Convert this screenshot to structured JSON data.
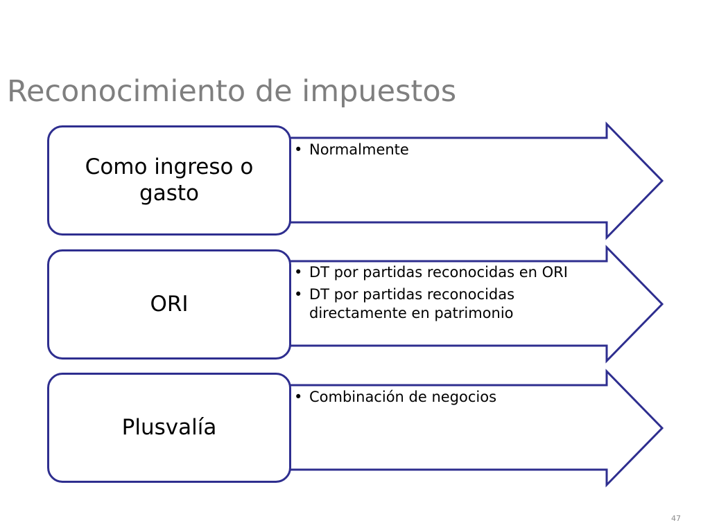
{
  "title": "Reconocimiento de impuestos",
  "colors": {
    "border": "#2e2e8f",
    "title": "#7f7f7f",
    "text": "#000000"
  },
  "rows": [
    {
      "label": "Como ingreso o gasto",
      "bullets": [
        "Normalmente"
      ]
    },
    {
      "label": "ORI",
      "bullets": [
        "DT por partidas reconocidas en ORI",
        "DT por partidas reconocidas directamente en patrimonio"
      ]
    },
    {
      "label": "Plusvalía",
      "bullets": [
        "Combinación de negocios"
      ]
    }
  ],
  "page_number": "47"
}
